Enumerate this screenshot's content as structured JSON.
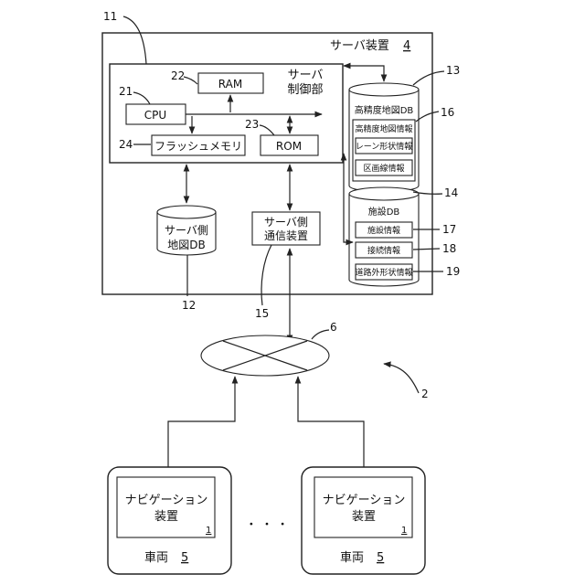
{
  "server": {
    "label": "サーバ装置",
    "number": "4",
    "ref": "11",
    "control": {
      "label_line1": "サーバ",
      "label_line2": "制御部"
    },
    "cpu": {
      "label": "CPU",
      "ref": "21"
    },
    "ram": {
      "label": "RAM",
      "ref": "22"
    },
    "rom": {
      "label": "ROM",
      "ref": "23"
    },
    "flash": {
      "label": "フラッシュメモリ",
      "ref": "24"
    },
    "map_db": {
      "label_line1": "サーバ側",
      "label_line2": "地図DB",
      "ref": "12"
    },
    "comm": {
      "label_line1": "サーバ側",
      "label_line2": "通信装置",
      "ref": "15"
    },
    "hd_map_db": {
      "label": "高精度地図DB",
      "ref": "13",
      "info": {
        "label": "高精度地図情報",
        "ref": "16"
      },
      "lane": {
        "label": "レーン形状情報"
      },
      "section": {
        "label": "区画線情報"
      }
    },
    "facility_db": {
      "label": "施設DB",
      "ref": "14",
      "facility_info": {
        "label": "施設情報",
        "ref": "17"
      },
      "connection_info": {
        "label": "接続情報",
        "ref": "18"
      },
      "road_shape_info": {
        "label": "道路外形状情報",
        "ref": "19"
      }
    }
  },
  "network": {
    "ref": "6"
  },
  "system_ref": "2",
  "vehicles": [
    {
      "nav_line1": "ナビゲーション",
      "nav_line2": "装置",
      "nav_number": "1",
      "label": "車両",
      "number": "5"
    },
    {
      "nav_line1": "ナビゲーション",
      "nav_line2": "装置",
      "nav_number": "1",
      "label": "車両",
      "number": "5"
    }
  ],
  "ellipsis": "・ ・ ・"
}
